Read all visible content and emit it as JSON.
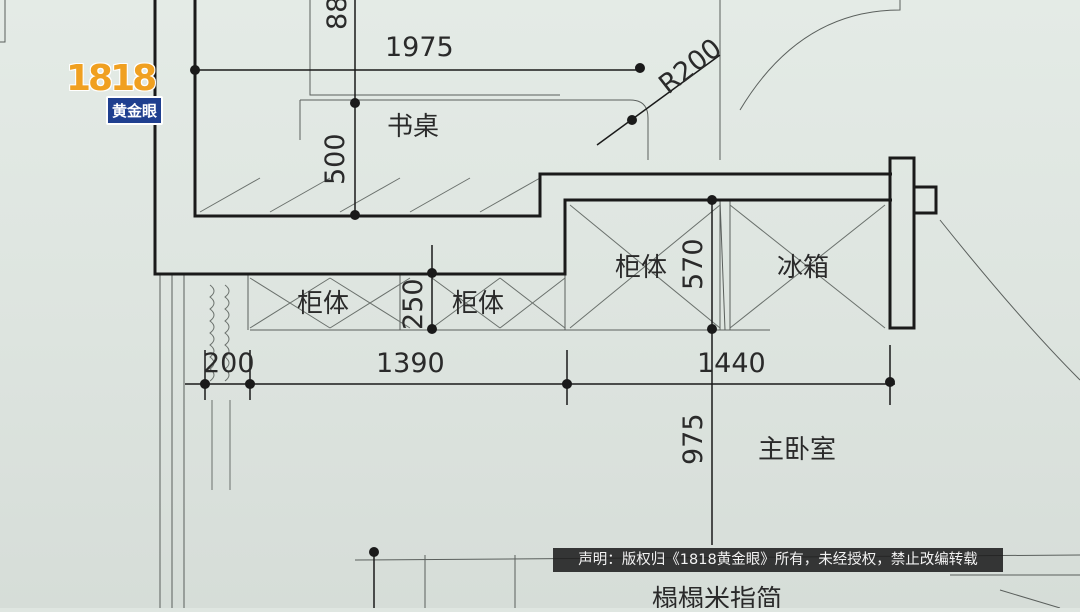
{
  "logo": {
    "digits": "1818",
    "name": "黄金眼"
  },
  "drawing": {
    "dimensions": {
      "top_width": "1975",
      "radius": "R200",
      "desk_depth": "500",
      "partial_top": "88",
      "cabinet_depth": "250",
      "fridge_depth": "570",
      "seg_a": "200",
      "seg_b": "1390",
      "seg_c": "1440",
      "lower": "975"
    },
    "labels": {
      "desk": "书桌",
      "cabinet_1": "柜体",
      "cabinet_2": "柜体",
      "cabinet_3": "柜体",
      "fridge": "冰箱",
      "master_bedroom": "主卧室",
      "bottom_partial": "榻榻米指简"
    }
  },
  "notice": "声明：版权归《1818黄金眼》所有，未经授权，禁止改编转载"
}
